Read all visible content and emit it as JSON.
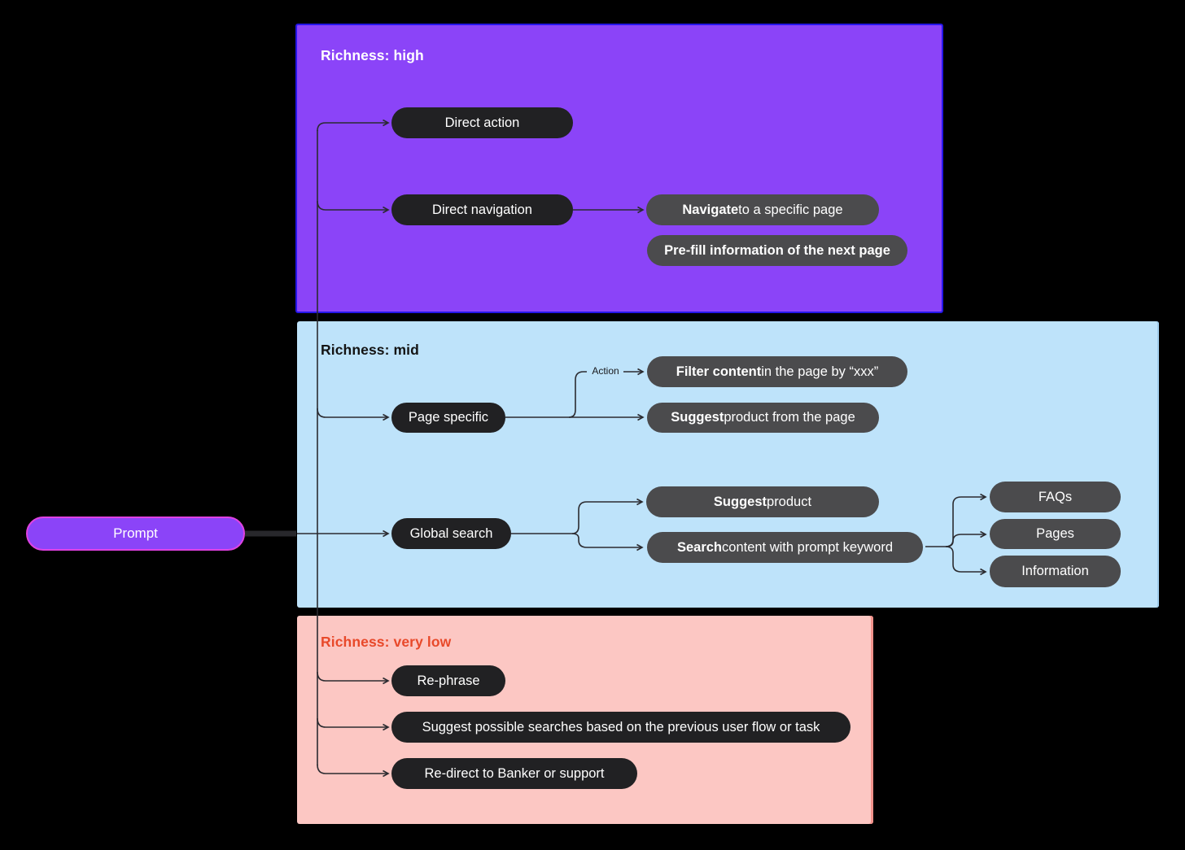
{
  "diagram": {
    "root": {
      "b": "",
      "r": "Prompt"
    },
    "sections": {
      "high": {
        "title": "Richness: high",
        "title_color": "#FFFFFF",
        "fill": "#8B44F8",
        "border": "#2516E8"
      },
      "mid": {
        "title": "Richness: mid",
        "title_color": "#141414",
        "fill": "#BEE3FA"
      },
      "low": {
        "title": "Richness: very low",
        "title_color": "#E8492A",
        "fill": "#FCC7C3"
      }
    },
    "nodes": {
      "direct_action": {
        "b": "",
        "r": "Direct action"
      },
      "direct_navigation": {
        "b": "",
        "r": "Direct navigation"
      },
      "navigate_page": {
        "b": "Navigate",
        "r": " to a specific page"
      },
      "prefill_info": {
        "b": "Pre-fill information of the next page",
        "r": ""
      },
      "page_specific": {
        "b": "",
        "r": "Page specific"
      },
      "filter_content": {
        "b": "Filter content",
        "r": " in the page by “xxx”"
      },
      "suggest_product_page": {
        "b": "Suggest",
        "r": " product from the page"
      },
      "global_search": {
        "b": "",
        "r": "Global search"
      },
      "suggest_product": {
        "b": "Suggest",
        "r": " product"
      },
      "search_content": {
        "b": "Search",
        "r": " content with prompt keyword"
      },
      "faqs": {
        "b": "",
        "r": "FAQs"
      },
      "pages": {
        "b": "",
        "r": "Pages"
      },
      "information": {
        "b": "",
        "r": "Information"
      },
      "rephrase": {
        "b": "",
        "r": "Re-phrase"
      },
      "suggest_searches": {
        "b": "",
        "r": "Suggest possible searches based on the previous user flow or task"
      },
      "redirect_banker": {
        "b": "",
        "r": "Re-direct to Banker or support"
      }
    },
    "edge_label_action": "Action",
    "colors": {
      "background": "#000000",
      "node_primary": "#212123",
      "node_secondary": "#4B4B4D",
      "node_text": "#FFFFFF",
      "connector": "#2B2B30",
      "prompt_fill": "#8B44F8",
      "prompt_border": "#E042E3"
    }
  }
}
